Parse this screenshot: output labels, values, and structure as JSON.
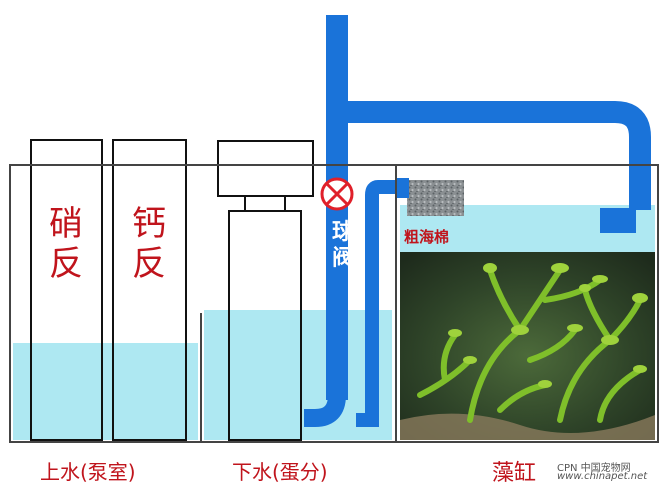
{
  "labels": {
    "nitrate_reactor": "硝\n反",
    "calcium_reactor": "钙\n反",
    "ball_valve": "球\n阀",
    "coarse_sponge": "粗海棉",
    "return_pump_chamber": "上水(泵室)",
    "skimmer_chamber": "下水(蛋分)",
    "algae_chamber": "藻缸"
  },
  "watermark": {
    "line1": "CPN 中国宠物网",
    "line2": "www.chinapet.net"
  },
  "colors": {
    "pipe": "#1a73d9",
    "water": "#aee8f2",
    "label": "#c0141c",
    "tank_outline": "#444444",
    "valve": "#e0202a"
  }
}
